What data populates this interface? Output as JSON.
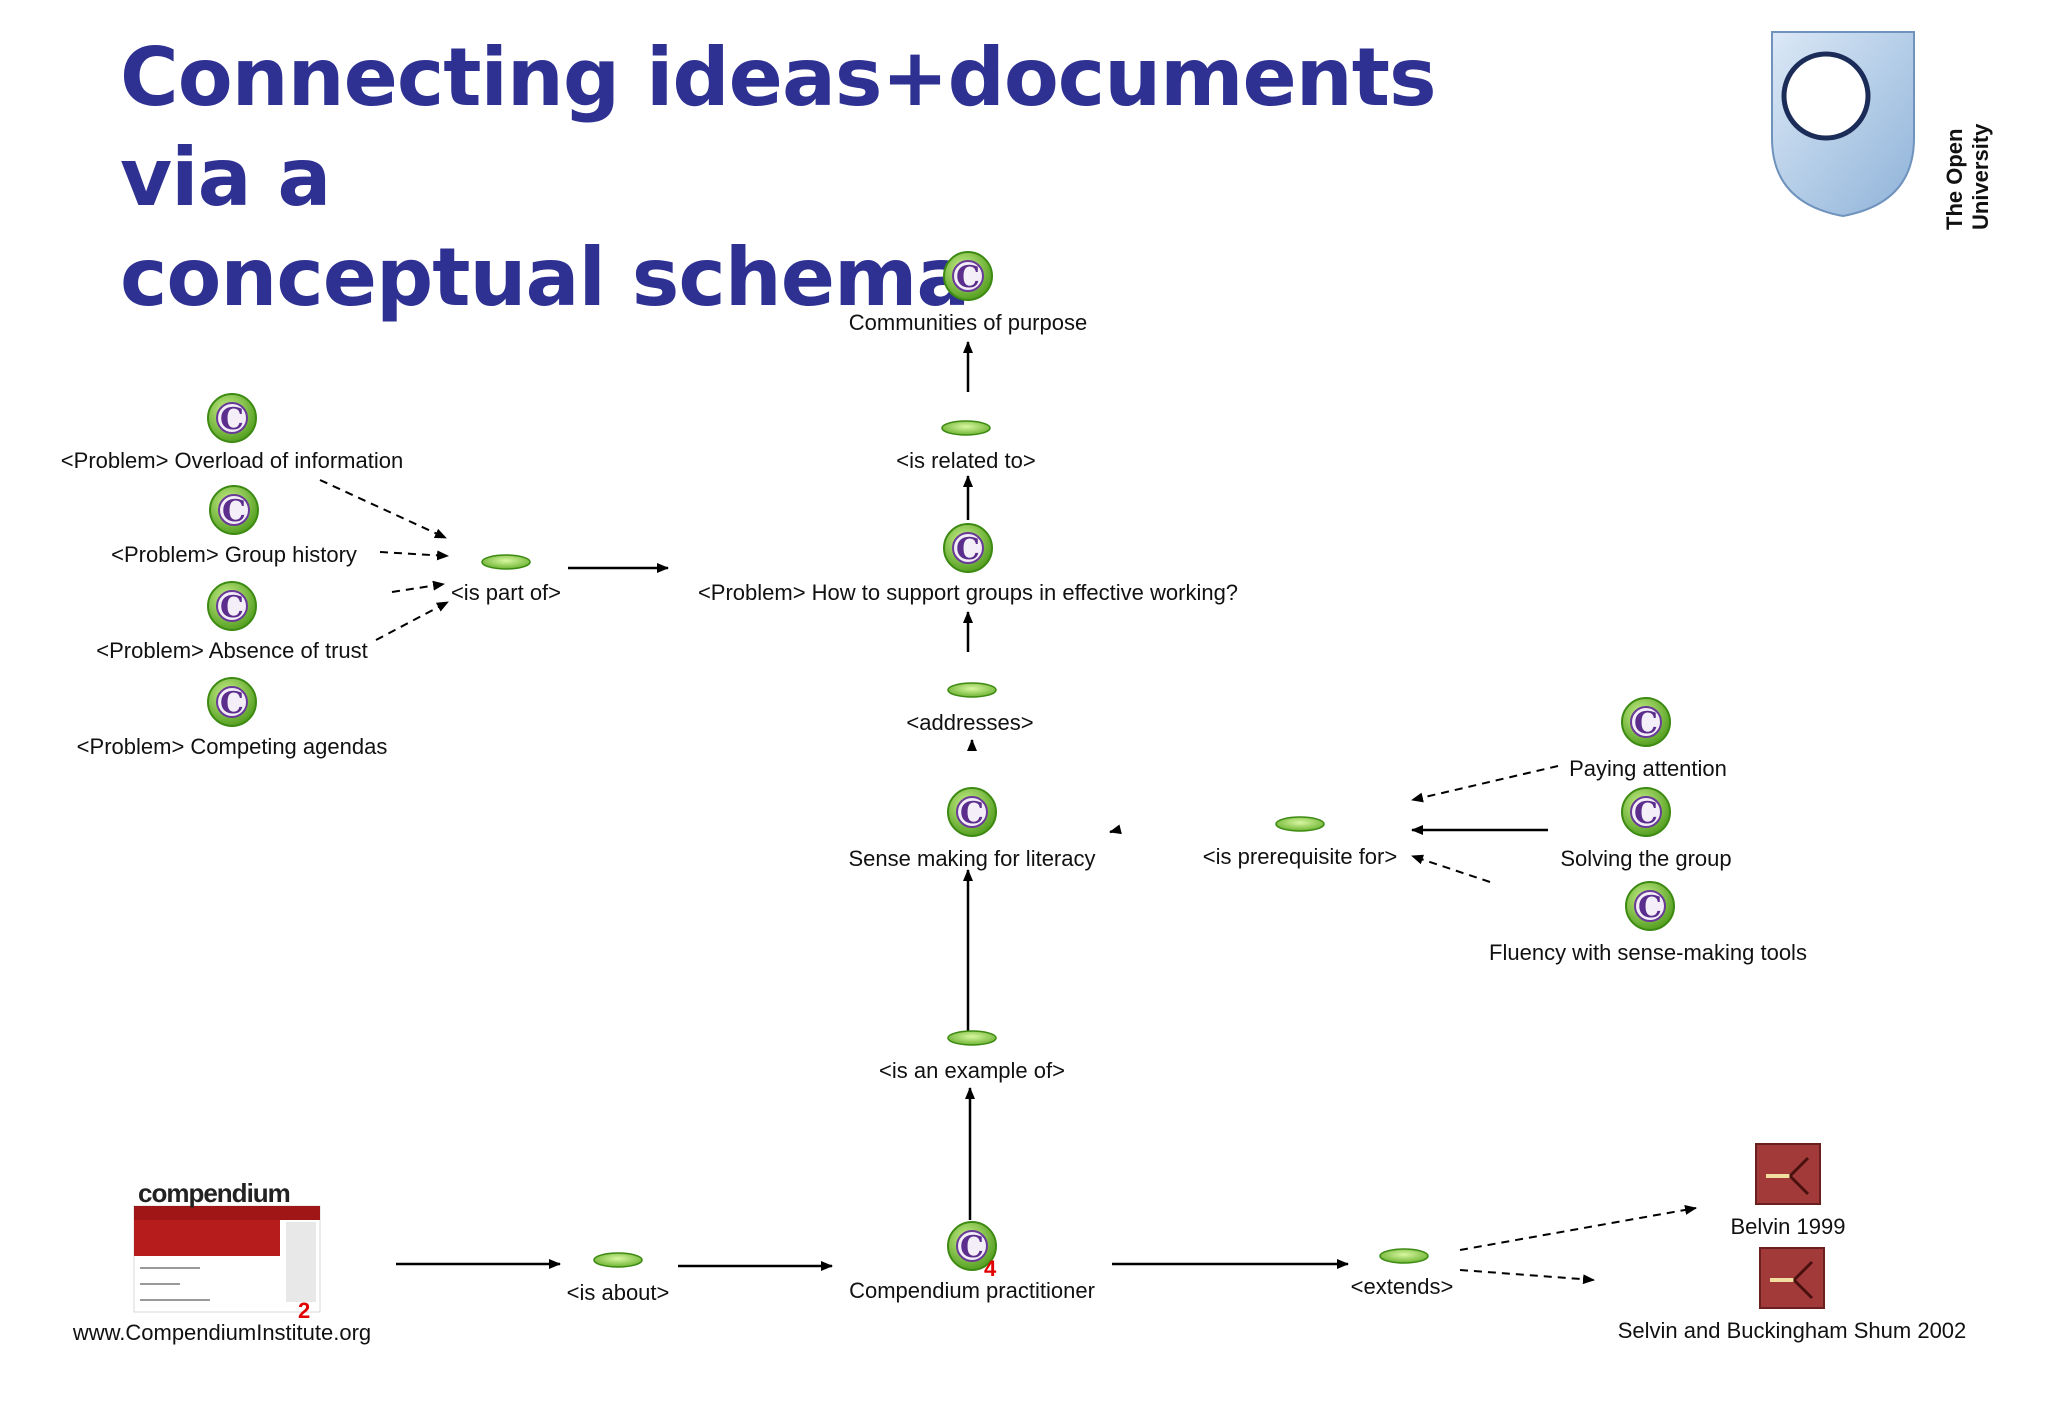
{
  "slide": {
    "title_line1": "Connecting ideas+documents via a",
    "title_line2": "conceptual schema"
  },
  "logo": {
    "text": "The Open University"
  },
  "nodes": {
    "communities": "Communities of purpose",
    "is_related_to": "<is related to>",
    "p_overload": "<Problem> Overload of information",
    "p_history": "<Problem> Group history",
    "p_trust": "<Problem> Absence of trust",
    "p_agendas": "<Problem> Competing agendas",
    "is_part_of": "<is part of>",
    "p_main": "<Problem> How to support groups in effective working?",
    "addresses": "<addresses>",
    "sensemaking": "Sense making for literacy",
    "prerequisite": "<is prerequisite for>",
    "paying_attention": "Paying attention",
    "solving_group": "Solving the group",
    "fluency": "Fluency with sense-making tools",
    "example_of": "<is an example of>",
    "is_about": "<is about>",
    "practitioner": "Compendium practitioner",
    "extends": "<extends>",
    "belvin": "Belvin 1999",
    "selvin": "Selvin and Buckingham Shum 2002",
    "website": "www.CompendiumInstitute.org",
    "badge_practitioner": "4",
    "badge_website": "2",
    "brand": "compendium"
  }
}
